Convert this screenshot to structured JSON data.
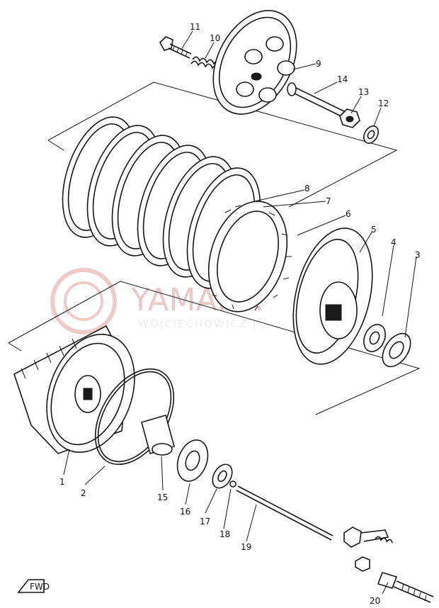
{
  "diagram": {
    "watermark": {
      "brand": "YAMAHA",
      "subtitle": "WOJCIECHOWICZ |"
    },
    "fwd_label": "FWD",
    "callouts": [
      {
        "id": "1",
        "label": "1"
      },
      {
        "id": "2",
        "label": "2"
      },
      {
        "id": "3",
        "label": "3"
      },
      {
        "id": "4",
        "label": "4"
      },
      {
        "id": "5",
        "label": "5"
      },
      {
        "id": "6",
        "label": "6"
      },
      {
        "id": "7",
        "label": "7"
      },
      {
        "id": "8",
        "label": "8"
      },
      {
        "id": "9",
        "label": "9"
      },
      {
        "id": "10",
        "label": "10"
      },
      {
        "id": "11",
        "label": "11"
      },
      {
        "id": "12",
        "label": "12"
      },
      {
        "id": "13",
        "label": "13"
      },
      {
        "id": "14",
        "label": "14"
      },
      {
        "id": "15",
        "label": "15"
      },
      {
        "id": "16",
        "label": "16"
      },
      {
        "id": "17",
        "label": "17"
      },
      {
        "id": "18",
        "label": "18"
      },
      {
        "id": "19",
        "label": "19"
      },
      {
        "id": "20",
        "label": "20"
      }
    ]
  }
}
